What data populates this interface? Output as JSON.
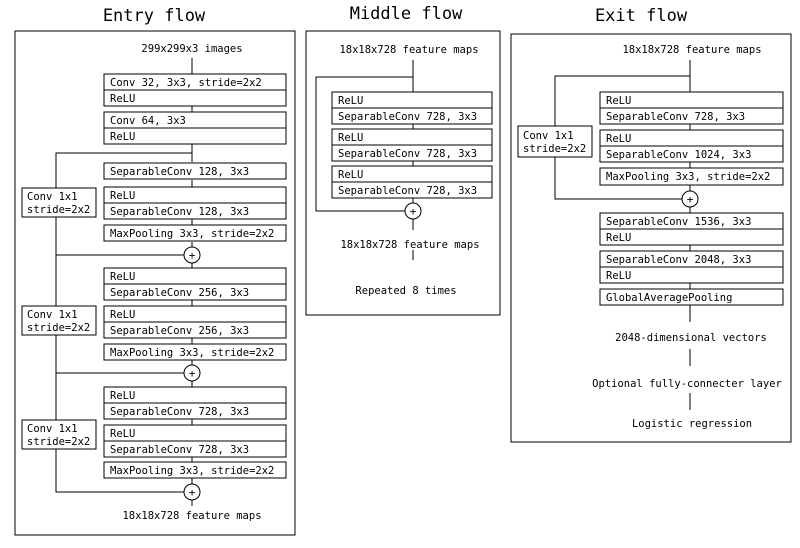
{
  "entry_flow": {
    "title": "Entry flow",
    "input": "299x299x3 images",
    "output": "18x18x728 feature maps",
    "blocks": [
      [
        "Conv 32, 3x3, stride=2x2",
        "ReLU"
      ],
      [
        "Conv 64, 3x3",
        "ReLU"
      ],
      [
        "SeparableConv 128, 3x3"
      ],
      [
        "ReLU",
        "SeparableConv 128, 3x3"
      ],
      [
        "MaxPooling 3x3, stride=2x2"
      ],
      [
        "ReLU",
        "SeparableConv 256, 3x3"
      ],
      [
        "ReLU",
        "SeparableConv 256, 3x3"
      ],
      [
        "MaxPooling 3x3, stride=2x2"
      ],
      [
        "ReLU",
        "SeparableConv 728, 3x3"
      ],
      [
        "ReLU",
        "SeparableConv 728, 3x3"
      ],
      [
        "MaxPooling 3x3, stride=2x2"
      ]
    ],
    "shortcuts": [
      [
        "Conv 1x1",
        "stride=2x2"
      ],
      [
        "Conv 1x1",
        "stride=2x2"
      ],
      [
        "Conv 1x1",
        "stride=2x2"
      ]
    ]
  },
  "middle_flow": {
    "title": "Middle flow",
    "input": "18x18x728 feature maps",
    "output": "18x18x728 feature maps",
    "repeat_note": "Repeated 8 times",
    "blocks": [
      [
        "ReLU",
        "SeparableConv 728, 3x3"
      ],
      [
        "ReLU",
        "SeparableConv 728, 3x3"
      ],
      [
        "ReLU",
        "SeparableConv 728, 3x3"
      ]
    ]
  },
  "exit_flow": {
    "title": "Exit flow",
    "input": "18x18x728 feature maps",
    "blocks": [
      [
        "ReLU",
        "SeparableConv 728, 3x3"
      ],
      [
        "ReLU",
        "SeparableConv 1024, 3x3"
      ],
      [
        "MaxPooling 3x3, stride=2x2"
      ],
      [
        "SeparableConv 1536, 3x3",
        "ReLU"
      ],
      [
        "SeparableConv 2048, 3x3",
        "ReLU"
      ],
      [
        "GlobalAveragePooling"
      ]
    ],
    "shortcut": [
      "Conv 1x1",
      "stride=2x2"
    ],
    "outputs": [
      "2048-dimensional vectors",
      "Optional fully-connecter layer",
      "Logistic regression"
    ]
  },
  "add_symbol": "+"
}
